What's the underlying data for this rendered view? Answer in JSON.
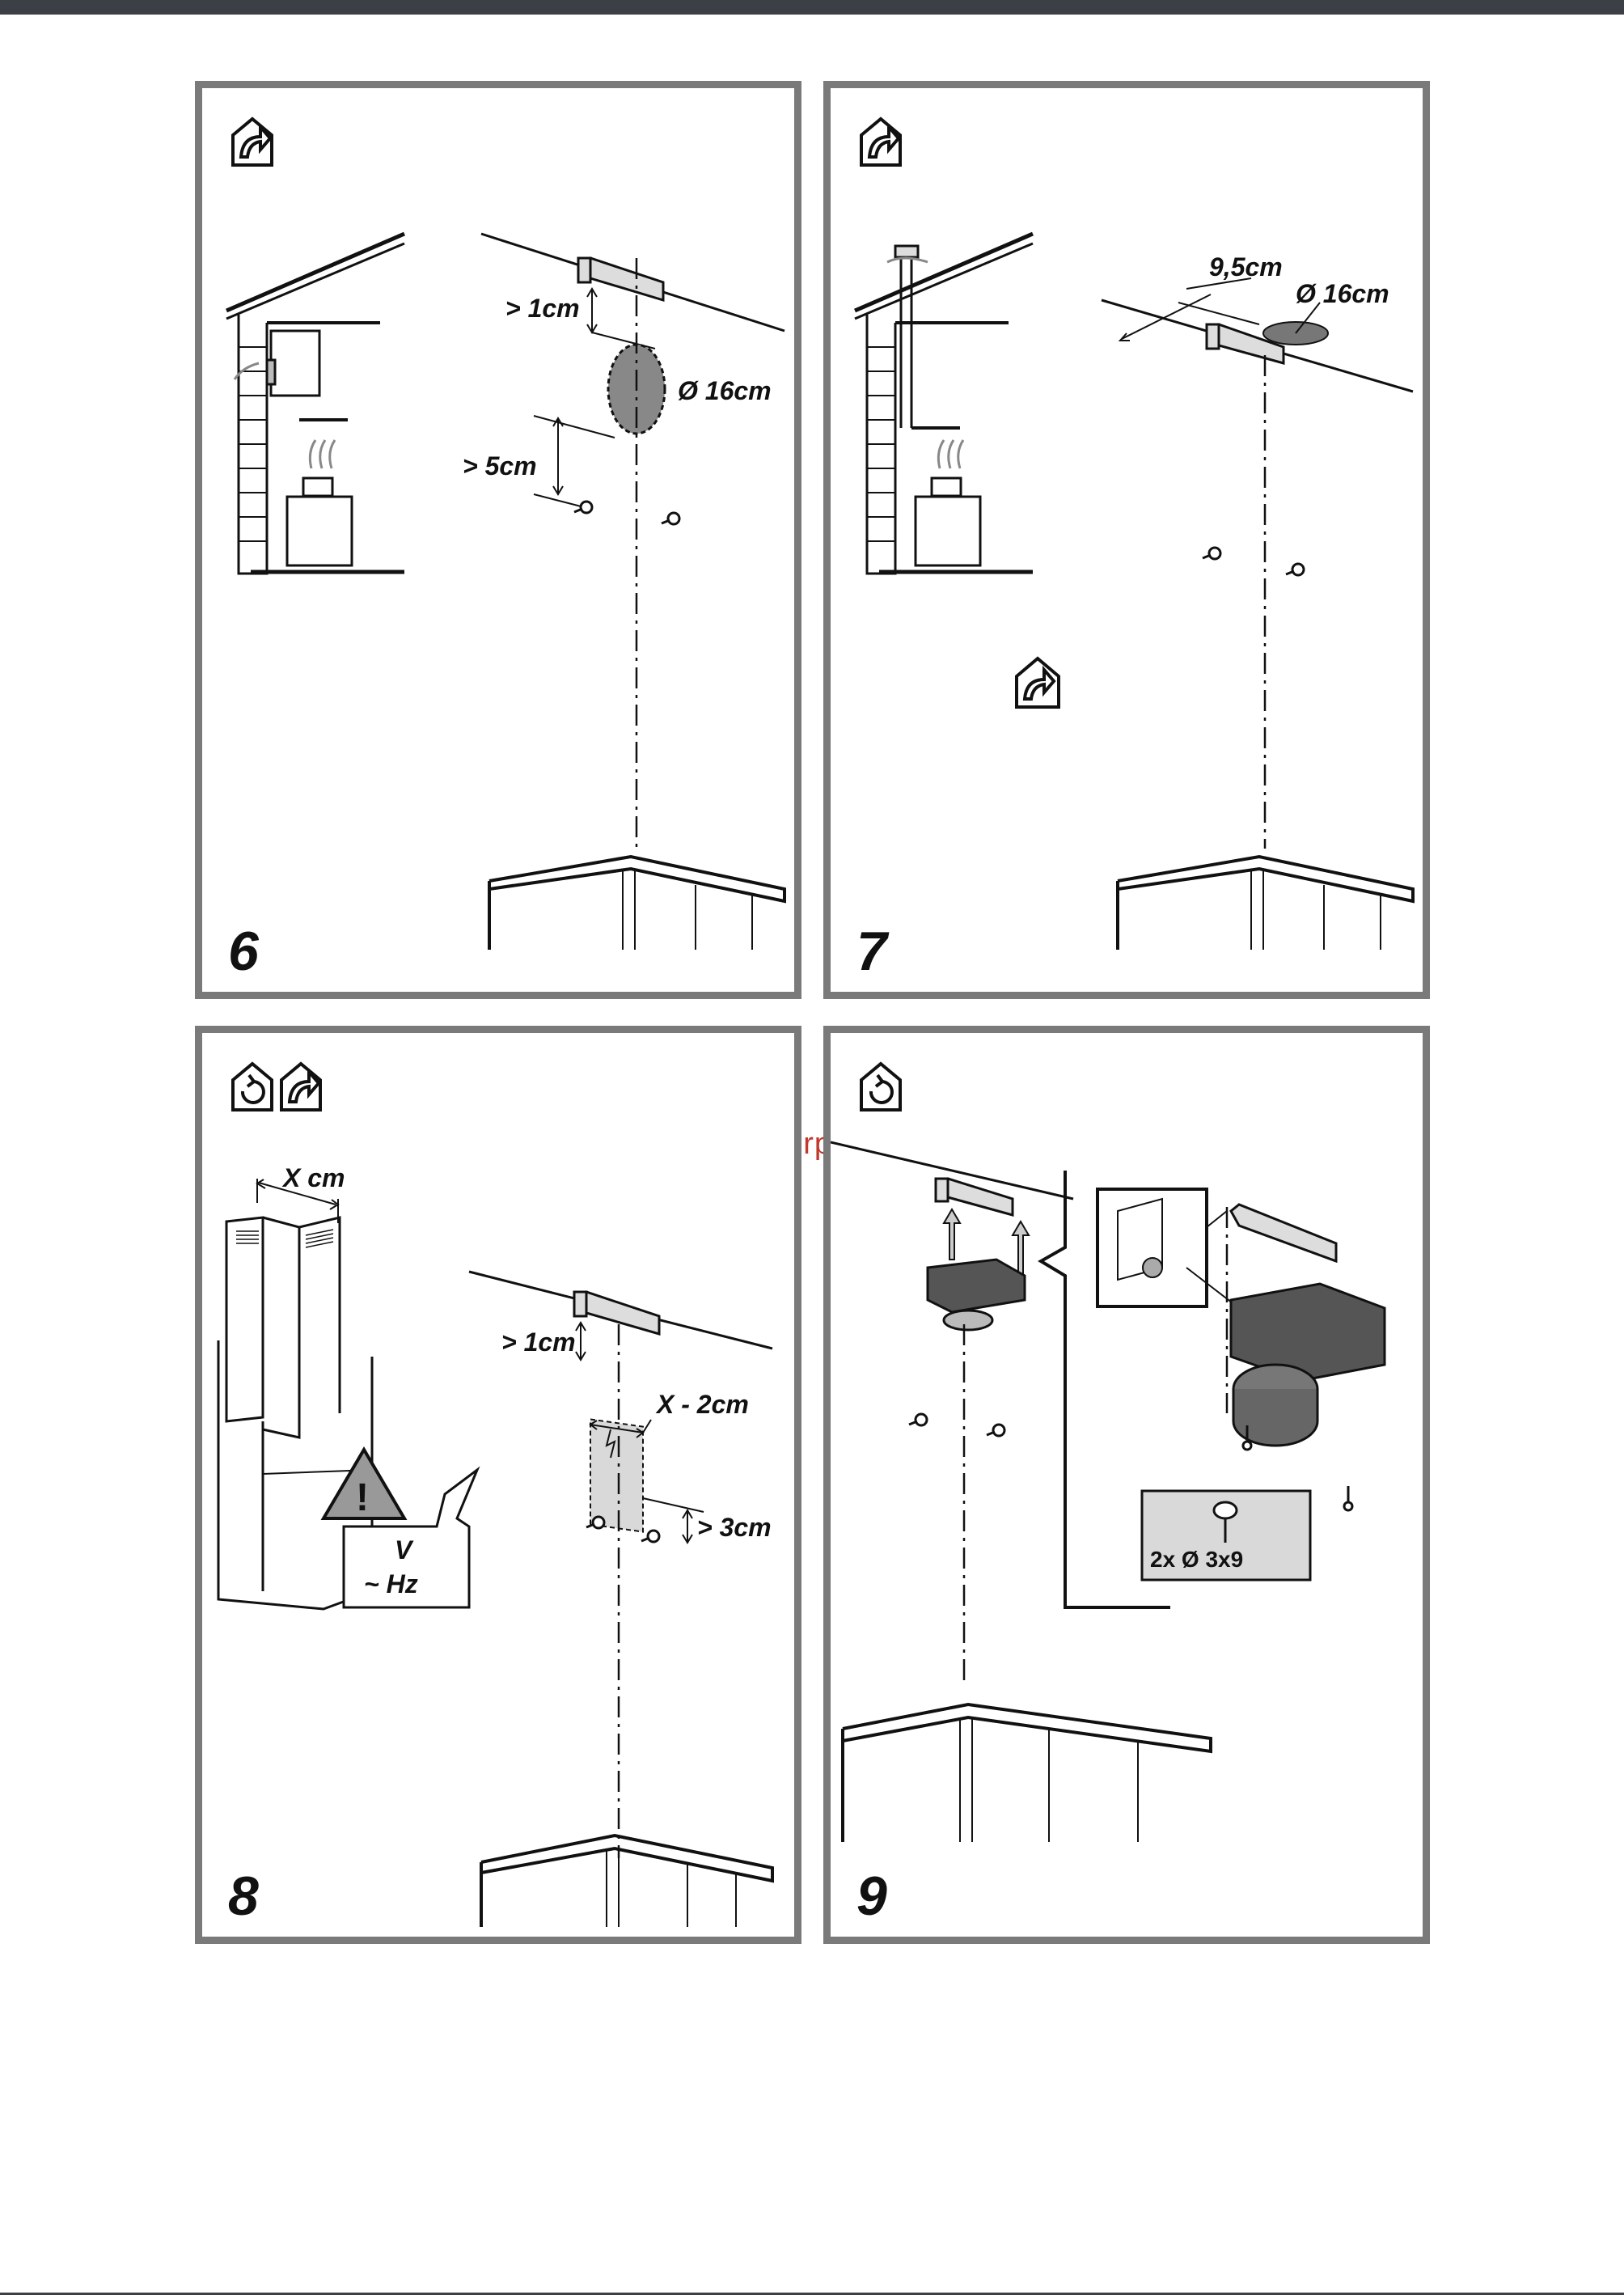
{
  "watermark": "McGrp.Ru",
  "panels": {
    "p6": {
      "number": "6",
      "labels": {
        "gap_top": "> 1cm",
        "diameter": "Ø 16cm",
        "gap_bottom": "> 5cm"
      }
    },
    "p7": {
      "number": "7",
      "labels": {
        "offset": "9,5cm",
        "diameter": "Ø 16cm"
      }
    },
    "p8": {
      "number": "8",
      "labels": {
        "width": "X cm",
        "gap_top": "> 1cm",
        "socket_width": "X - 2cm",
        "gap_side": "> 3cm",
        "voltage": "V",
        "frequency": "~ Hz",
        "warning": "!"
      }
    },
    "p9": {
      "number": "9",
      "labels": {
        "screws": "2x Ø 3x9"
      }
    }
  },
  "icons": {
    "ducted": "ducted-outlet-icon",
    "recirculation": "recirculation-icon",
    "warning": "warning-triangle-icon"
  },
  "colors": {
    "frame": "#7a7a7a",
    "top_bar": "#3d3f46",
    "watermark": "#c0392b",
    "shade": "#d9d9d9"
  }
}
